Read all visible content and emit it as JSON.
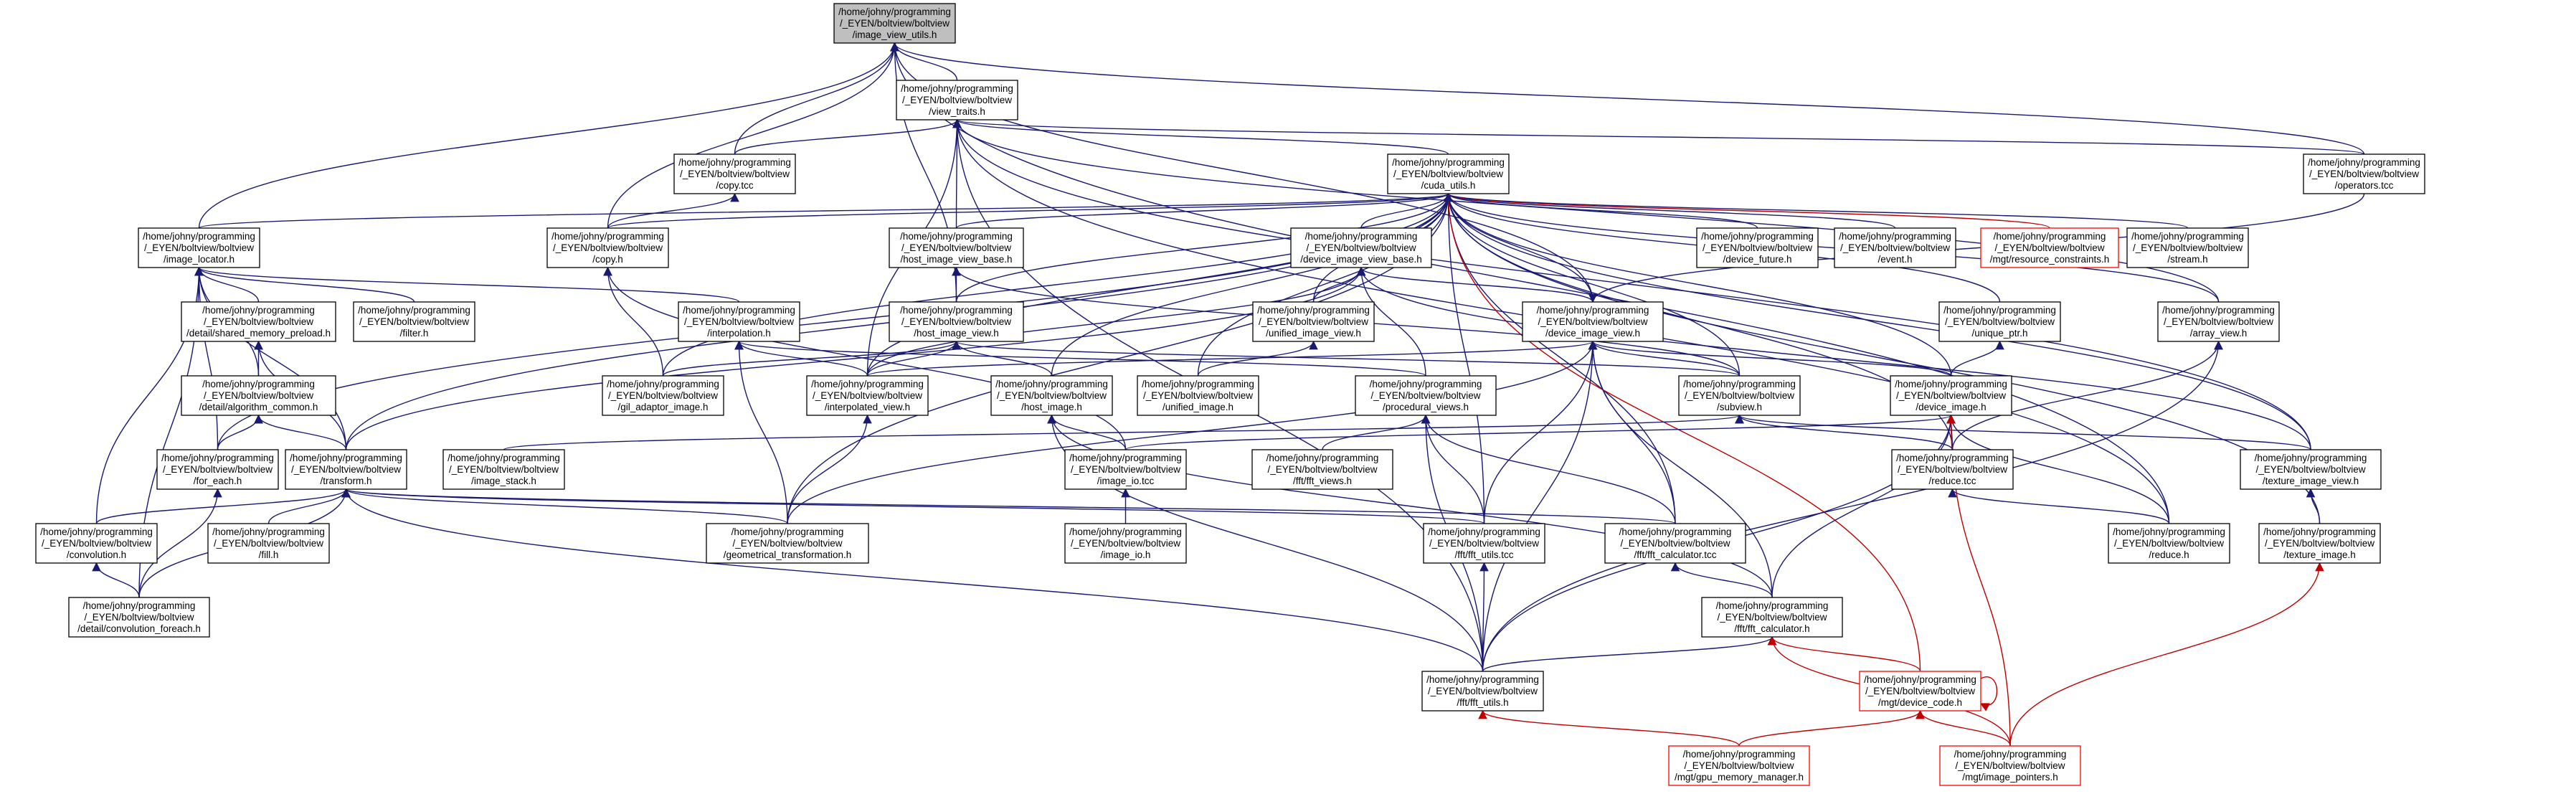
{
  "nodes": [
    {
      "id": "image_view_utils",
      "lines": [
        "/home/johny/programming",
        "/_EYEN/boltview/boltview",
        "/image_view_utils.h"
      ],
      "style": "root"
    },
    {
      "id": "view_traits",
      "lines": [
        "/home/johny/programming",
        "/_EYEN/boltview/boltview",
        "/view_traits.h"
      ],
      "style": "normal"
    },
    {
      "id": "copy_tcc",
      "lines": [
        "/home/johny/programming",
        "/_EYEN/boltview/boltview",
        "/copy.tcc"
      ],
      "style": "normal"
    },
    {
      "id": "cuda_utils",
      "lines": [
        "/home/johny/programming",
        "/_EYEN/boltview/boltview",
        "/cuda_utils.h"
      ],
      "style": "normal"
    },
    {
      "id": "operators_tcc",
      "lines": [
        "/home/johny/programming",
        "/_EYEN/boltview/boltview",
        "/operators.tcc"
      ],
      "style": "normal"
    },
    {
      "id": "image_locator",
      "lines": [
        "/home/johny/programming",
        "/_EYEN/boltview/boltview",
        "/image_locator.h"
      ],
      "style": "normal"
    },
    {
      "id": "copy_h",
      "lines": [
        "/home/johny/programming",
        "/_EYEN/boltview/boltview",
        "/copy.h"
      ],
      "style": "normal"
    },
    {
      "id": "host_image_view_base",
      "lines": [
        "/home/johny/programming",
        "/_EYEN/boltview/boltview",
        "/host_image_view_base.h"
      ],
      "style": "normal"
    },
    {
      "id": "device_image_view_base",
      "lines": [
        "/home/johny/programming",
        "/_EYEN/boltview/boltview",
        "/device_image_view_base.h"
      ],
      "style": "normal"
    },
    {
      "id": "device_future",
      "lines": [
        "/home/johny/programming",
        "/_EYEN/boltview/boltview",
        "/device_future.h"
      ],
      "style": "normal"
    },
    {
      "id": "event",
      "lines": [
        "/home/johny/programming",
        "/_EYEN/boltview/boltview",
        "/event.h"
      ],
      "style": "normal"
    },
    {
      "id": "resource_constraints",
      "lines": [
        "/home/johny/programming",
        "/_EYEN/boltview/boltview",
        "/mgt/resource_constraints.h"
      ],
      "style": "red"
    },
    {
      "id": "stream",
      "lines": [
        "/home/johny/programming",
        "/_EYEN/boltview/boltview",
        "/stream.h"
      ],
      "style": "normal"
    },
    {
      "id": "shared_memory_preload",
      "lines": [
        "/home/johny/programming",
        "/_EYEN/boltview/boltview",
        "/detail/shared_memory_preload.h"
      ],
      "style": "normal"
    },
    {
      "id": "filter",
      "lines": [
        "/home/johny/programming",
        "/_EYEN/boltview/boltview",
        "/filter.h"
      ],
      "style": "normal"
    },
    {
      "id": "interpolation",
      "lines": [
        "/home/johny/programming",
        "/_EYEN/boltview/boltview",
        "/interpolation.h"
      ],
      "style": "normal"
    },
    {
      "id": "host_image_view",
      "lines": [
        "/home/johny/programming",
        "/_EYEN/boltview/boltview",
        "/host_image_view.h"
      ],
      "style": "normal"
    },
    {
      "id": "unified_image_view",
      "lines": [
        "/home/johny/programming",
        "/_EYEN/boltview/boltview",
        "/unified_image_view.h"
      ],
      "style": "normal"
    },
    {
      "id": "device_image_view",
      "lines": [
        "/home/johny/programming",
        "/_EYEN/boltview/boltview",
        "/device_image_view.h"
      ],
      "style": "normal"
    },
    {
      "id": "unique_ptr",
      "lines": [
        "/home/johny/programming",
        "/_EYEN/boltview/boltview",
        "/unique_ptr.h"
      ],
      "style": "normal"
    },
    {
      "id": "array_view",
      "lines": [
        "/home/johny/programming",
        "/_EYEN/boltview/boltview",
        "/array_view.h"
      ],
      "style": "normal"
    },
    {
      "id": "algorithm_common",
      "lines": [
        "/home/johny/programming",
        "/_EYEN/boltview/boltview",
        "/detail/algorithm_common.h"
      ],
      "style": "normal"
    },
    {
      "id": "gil_adaptor_image",
      "lines": [
        "/home/johny/programming",
        "/_EYEN/boltview/boltview",
        "/gil_adaptor_image.h"
      ],
      "style": "normal"
    },
    {
      "id": "interpolated_view",
      "lines": [
        "/home/johny/programming",
        "/_EYEN/boltview/boltview",
        "/interpolated_view.h"
      ],
      "style": "normal"
    },
    {
      "id": "host_image",
      "lines": [
        "/home/johny/programming",
        "/_EYEN/boltview/boltview",
        "/host_image.h"
      ],
      "style": "normal"
    },
    {
      "id": "unified_image",
      "lines": [
        "/home/johny/programming",
        "/_EYEN/boltview/boltview",
        "/unified_image.h"
      ],
      "style": "normal"
    },
    {
      "id": "procedural_views",
      "lines": [
        "/home/johny/programming",
        "/_EYEN/boltview/boltview",
        "/procedural_views.h"
      ],
      "style": "normal"
    },
    {
      "id": "subview",
      "lines": [
        "/home/johny/programming",
        "/_EYEN/boltview/boltview",
        "/subview.h"
      ],
      "style": "normal"
    },
    {
      "id": "device_image",
      "lines": [
        "/home/johny/programming",
        "/_EYEN/boltview/boltview",
        "/device_image.h"
      ],
      "style": "normal"
    },
    {
      "id": "for_each",
      "lines": [
        "/home/johny/programming",
        "/_EYEN/boltview/boltview",
        "/for_each.h"
      ],
      "style": "normal"
    },
    {
      "id": "transform",
      "lines": [
        "/home/johny/programming",
        "/_EYEN/boltview/boltview",
        "/transform.h"
      ],
      "style": "normal"
    },
    {
      "id": "image_stack",
      "lines": [
        "/home/johny/programming",
        "/_EYEN/boltview/boltview",
        "/image_stack.h"
      ],
      "style": "normal"
    },
    {
      "id": "image_io_tcc",
      "lines": [
        "/home/johny/programming",
        "/_EYEN/boltview/boltview",
        "/image_io.tcc"
      ],
      "style": "normal"
    },
    {
      "id": "fft_views",
      "lines": [
        "/home/johny/programming",
        "/_EYEN/boltview/boltview",
        "/fft/fft_views.h"
      ],
      "style": "normal"
    },
    {
      "id": "reduce_tcc",
      "lines": [
        "/home/johny/programming",
        "/_EYEN/boltview/boltview",
        "/reduce.tcc"
      ],
      "style": "normal"
    },
    {
      "id": "texture_image_view",
      "lines": [
        "/home/johny/programming",
        "/_EYEN/boltview/boltview",
        "/texture_image_view.h"
      ],
      "style": "normal"
    },
    {
      "id": "convolution",
      "lines": [
        "/home/johny/programming",
        "/_EYEN/boltview/boltview",
        "/convolution.h"
      ],
      "style": "normal"
    },
    {
      "id": "fill",
      "lines": [
        "/home/johny/programming",
        "/_EYEN/boltview/boltview",
        "/fill.h"
      ],
      "style": "normal"
    },
    {
      "id": "geometrical_transformation",
      "lines": [
        "/home/johny/programming",
        "/_EYEN/boltview/boltview",
        "/geometrical_transformation.h"
      ],
      "style": "normal"
    },
    {
      "id": "image_io",
      "lines": [
        "/home/johny/programming",
        "/_EYEN/boltview/boltview",
        "/image_io.h"
      ],
      "style": "normal"
    },
    {
      "id": "fft_utils_tcc",
      "lines": [
        "/home/johny/programming",
        "/_EYEN/boltview/boltview",
        "/fft/fft_utils.tcc"
      ],
      "style": "normal"
    },
    {
      "id": "fft_calculator_tcc",
      "lines": [
        "/home/johny/programming",
        "/_EYEN/boltview/boltview",
        "/fft/fft_calculator.tcc"
      ],
      "style": "normal"
    },
    {
      "id": "reduce_h",
      "lines": [
        "/home/johny/programming",
        "/_EYEN/boltview/boltview",
        "/reduce.h"
      ],
      "style": "normal"
    },
    {
      "id": "texture_image",
      "lines": [
        "/home/johny/programming",
        "/_EYEN/boltview/boltview",
        "/texture_image.h"
      ],
      "style": "normal"
    },
    {
      "id": "convolution_foreach",
      "lines": [
        "/home/johny/programming",
        "/_EYEN/boltview/boltview",
        "/detail/convolution_foreach.h"
      ],
      "style": "normal"
    },
    {
      "id": "fft_calculator",
      "lines": [
        "/home/johny/programming",
        "/_EYEN/boltview/boltview",
        "/fft/fft_calculator.h"
      ],
      "style": "normal"
    },
    {
      "id": "device_code",
      "lines": [
        "/home/johny/programming",
        "/_EYEN/boltview/boltview",
        "/mgt/device_code.h"
      ],
      "style": "red"
    },
    {
      "id": "fft_utils",
      "lines": [
        "/home/johny/programming",
        "/_EYEN/boltview/boltview",
        "/fft/fft_utils.h"
      ],
      "style": "normal"
    },
    {
      "id": "gpu_memory_manager",
      "lines": [
        "/home/johny/programming",
        "/_EYEN/boltview/boltview",
        "/mgt/gpu_memory_manager.h"
      ],
      "style": "red"
    },
    {
      "id": "image_pointers",
      "lines": [
        "/home/johny/programming",
        "/_EYEN/boltview/boltview",
        "/mgt/image_pointers.h"
      ],
      "style": "red"
    }
  ],
  "edges": [
    [
      "view_traits",
      "image_view_utils"
    ],
    [
      "copy_tcc",
      "image_view_utils"
    ],
    [
      "image_locator",
      "image_view_utils"
    ],
    [
      "copy_h",
      "image_view_utils"
    ],
    [
      "host_image_view",
      "image_view_utils"
    ],
    [
      "operators_tcc",
      "image_view_utils"
    ],
    [
      "device_image_view",
      "image_view_utils"
    ],
    [
      "reduce_h",
      "image_view_utils"
    ],
    [
      "copy_tcc",
      "view_traits"
    ],
    [
      "cuda_utils",
      "view_traits"
    ],
    [
      "host_image_view_base",
      "view_traits"
    ],
    [
      "interpolated_view",
      "view_traits"
    ],
    [
      "fft_utils",
      "view_traits"
    ],
    [
      "operators_tcc",
      "view_traits"
    ],
    [
      "array_view",
      "view_traits"
    ],
    [
      "texture_image_view",
      "view_traits"
    ],
    [
      "reduce_h",
      "view_traits"
    ],
    [
      "copy_h",
      "copy_tcc"
    ],
    [
      "operators_tcc",
      "device_image_view"
    ],
    [
      "image_locator",
      "cuda_utils"
    ],
    [
      "copy_h",
      "cuda_utils"
    ],
    [
      "host_image_view_base",
      "cuda_utils"
    ],
    [
      "device_image_view_base",
      "cuda_utils"
    ],
    [
      "device_future",
      "cuda_utils"
    ],
    [
      "event",
      "cuda_utils"
    ],
    [
      "resource_constraints",
      "cuda_utils"
    ],
    [
      "stream",
      "cuda_utils"
    ],
    [
      "host_image_view",
      "cuda_utils"
    ],
    [
      "unified_image_view",
      "cuda_utils"
    ],
    [
      "device_image_view",
      "cuda_utils"
    ],
    [
      "unique_ptr",
      "cuda_utils"
    ],
    [
      "array_view",
      "cuda_utils"
    ],
    [
      "gil_adaptor_image",
      "cuda_utils"
    ],
    [
      "interpolated_view",
      "cuda_utils"
    ],
    [
      "host_image",
      "cuda_utils"
    ],
    [
      "unified_image",
      "cuda_utils"
    ],
    [
      "subview",
      "cuda_utils"
    ],
    [
      "device_image",
      "cuda_utils"
    ],
    [
      "for_each",
      "cuda_utils"
    ],
    [
      "transform",
      "cuda_utils"
    ],
    [
      "fft_utils_tcc",
      "cuda_utils"
    ],
    [
      "fft_calculator_tcc",
      "cuda_utils"
    ],
    [
      "texture_image_view",
      "cuda_utils"
    ],
    [
      "texture_image",
      "cuda_utils"
    ],
    [
      "reduce_tcc",
      "cuda_utils"
    ],
    [
      "device_code",
      "cuda_utils"
    ],
    [
      "geometrical_transformation",
      "cuda_utils"
    ],
    [
      "shared_memory_preload",
      "image_locator"
    ],
    [
      "filter",
      "image_locator"
    ],
    [
      "interpolation",
      "image_locator"
    ],
    [
      "algorithm_common",
      "image_locator"
    ],
    [
      "for_each",
      "image_locator"
    ],
    [
      "transform",
      "image_locator"
    ],
    [
      "convolution",
      "image_locator"
    ],
    [
      "convolution_foreach",
      "image_locator"
    ],
    [
      "gil_adaptor_image",
      "copy_h"
    ],
    [
      "image_io_tcc",
      "copy_h"
    ],
    [
      "host_image_view",
      "host_image_view_base"
    ],
    [
      "subview",
      "host_image_view_base"
    ],
    [
      "unified_image_view",
      "device_image_view_base"
    ],
    [
      "device_image_view",
      "device_image_view_base"
    ],
    [
      "procedural_views",
      "device_image_view_base"
    ],
    [
      "interpolated_view",
      "device_image_view_base"
    ],
    [
      "transform",
      "device_image_view_base"
    ],
    [
      "texture_image_view",
      "device_image_view_base"
    ],
    [
      "algorithm_common",
      "shared_memory_preload"
    ],
    [
      "transform",
      "shared_memory_preload"
    ],
    [
      "interpolated_view",
      "interpolation"
    ],
    [
      "geometrical_transformation",
      "interpolation"
    ],
    [
      "procedural_views",
      "interpolation"
    ],
    [
      "gil_adaptor_image",
      "host_image_view"
    ],
    [
      "interpolated_view",
      "host_image_view"
    ],
    [
      "host_image",
      "host_image_view"
    ],
    [
      "subview",
      "host_image_view"
    ],
    [
      "unified_image",
      "unified_image_view"
    ],
    [
      "interpolated_view",
      "device_image_view"
    ],
    [
      "subview",
      "device_image_view"
    ],
    [
      "device_image",
      "device_image_view"
    ],
    [
      "fft_utils_tcc",
      "device_image_view"
    ],
    [
      "fft_calculator_tcc",
      "device_image_view"
    ],
    [
      "fft_utils",
      "device_image_view"
    ],
    [
      "fft_calculator",
      "device_image_view"
    ],
    [
      "geometrical_transformation",
      "device_image_view"
    ],
    [
      "device_image",
      "unique_ptr"
    ],
    [
      "reduce_tcc",
      "array_view"
    ],
    [
      "fft_utils",
      "array_view"
    ],
    [
      "for_each",
      "algorithm_common"
    ],
    [
      "transform",
      "algorithm_common"
    ],
    [
      "geometrical_transformation",
      "interpolated_view"
    ],
    [
      "image_io_tcc",
      "host_image"
    ],
    [
      "fft_utils",
      "host_image"
    ],
    [
      "fft_calculator",
      "host_image"
    ],
    [
      "fft_views",
      "procedural_views"
    ],
    [
      "fft_utils_tcc",
      "procedural_views"
    ],
    [
      "fft_calculator_tcc",
      "procedural_views"
    ],
    [
      "fft_utils",
      "procedural_views"
    ],
    [
      "image_stack",
      "subview"
    ],
    [
      "reduce_tcc",
      "subview"
    ],
    [
      "texture_image_view",
      "subview"
    ],
    [
      "image_io_tcc",
      "device_image"
    ],
    [
      "reduce_tcc",
      "device_image"
    ],
    [
      "fft_calculator",
      "device_image"
    ],
    [
      "fft_utils",
      "device_image"
    ],
    [
      "reduce_h",
      "device_image"
    ],
    [
      "image_pointers",
      "device_image"
    ],
    [
      "convolution_foreach",
      "for_each"
    ],
    [
      "fill",
      "transform"
    ],
    [
      "convolution",
      "transform"
    ],
    [
      "geometrical_transformation",
      "transform"
    ],
    [
      "fft_utils_tcc",
      "transform"
    ],
    [
      "fft_calculator_tcc",
      "transform"
    ],
    [
      "convolution_foreach",
      "transform"
    ],
    [
      "fft_utils",
      "transform"
    ],
    [
      "image_io",
      "image_io_tcc"
    ],
    [
      "reduce_h",
      "reduce_tcc"
    ],
    [
      "texture_image",
      "texture_image_view"
    ],
    [
      "convolution_foreach",
      "convolution"
    ],
    [
      "fft_utils",
      "fft_utils_tcc"
    ],
    [
      "fft_calculator",
      "fft_calculator_tcc"
    ],
    [
      "image_pointers",
      "texture_image"
    ],
    [
      "fft_utils",
      "fft_calculator"
    ],
    [
      "device_code",
      "fft_calculator"
    ],
    [
      "image_pointers",
      "fft_calculator"
    ],
    [
      "gpu_memory_manager",
      "fft_utils"
    ],
    [
      "device_code",
      "device_code"
    ],
    [
      "gpu_memory_manager",
      "device_code"
    ],
    [
      "image_pointers",
      "device_code"
    ]
  ],
  "colors": {
    "edge": "#191970",
    "edge_red": "#c00000",
    "root_fill": "#bfbfbf",
    "node_border": "#000000",
    "red_border": "#ff0000"
  }
}
